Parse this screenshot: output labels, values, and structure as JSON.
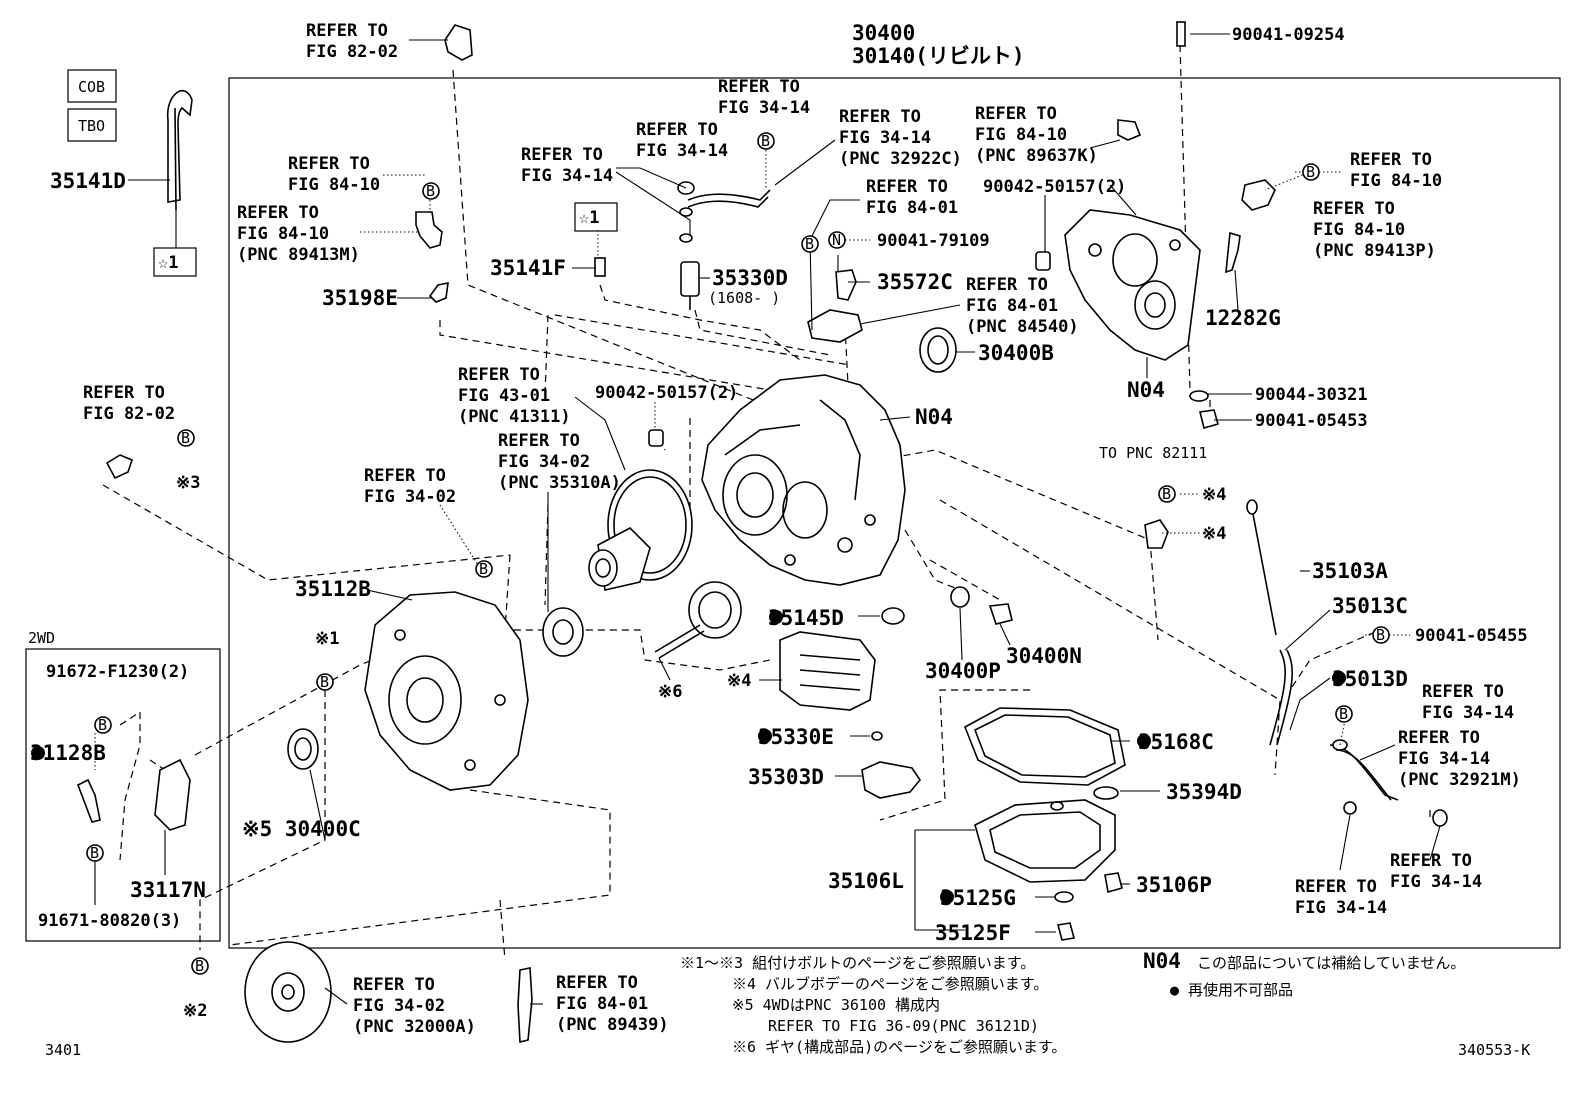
{
  "labels": {
    "refer_82_02_top": [
      "REFER TO",
      "FIG 82-02"
    ],
    "top_assy_1": "30400",
    "top_assy_2": "30140(リビルト)",
    "bolt_09254": "90041-09254",
    "cob": "COB",
    "tbo": "TBO",
    "hose": "35141D",
    "star1_box": "☆1",
    "refer_34_14_a": [
      "REFER TO",
      "FIG 34-14"
    ],
    "refer_34_14_b": [
      "REFER TO",
      "FIG 34-14"
    ],
    "refer_34_14_c": [
      "REFER TO",
      "FIG 34-14"
    ],
    "refer_34_14_pnc32922c": [
      "REFER TO",
      "FIG 34-14",
      "(PNC 32922C)"
    ],
    "refer_84_10_pnc89637k": [
      "REFER TO",
      "FIG 84-10",
      "(PNC 89637K)"
    ],
    "refer_84_10_a": [
      "REFER TO",
      "FIG 84-10"
    ],
    "refer_84_10_pnc89413m": [
      "REFER TO",
      "FIG 84-10",
      "(PNC 89413M)"
    ],
    "refer_84_10_right": [
      "REFER TO",
      "FIG 84-10"
    ],
    "refer_84_10_pnc89413p": [
      "REFER TO",
      "FIG 84-10",
      "(PNC 89413P)"
    ],
    "refer_84_01": [
      "REFER TO",
      "FIG 84-01"
    ],
    "refer_84_01_pnc84540": [
      "REFER TO",
      "FIG 84-01",
      "(PNC 84540)"
    ],
    "p_50157_a": "90042-50157(2)",
    "p_79109": "90041-79109",
    "p_35141f": "35141F",
    "star1_box2": "☆1",
    "p_35330d": "35330D",
    "p_35330d_note": "(1608-    )",
    "p_35572c": "35572C",
    "p_35198e": "35198E",
    "p_30400b": "30400B",
    "p_12282g": "12282G",
    "n04_a": "N04",
    "n04_b": "N04",
    "p_30321": "90044-30321",
    "p_05453": "90041-05453",
    "to_pnc82111": "TO PNC 82111",
    "ref4_a": "※4",
    "ref4_b": "※4",
    "refer_82_02_left": [
      "REFER TO",
      "FIG 82-02"
    ],
    "ref3": "※3",
    "refer_43_01": [
      "REFER TO",
      "FIG 43-01",
      "(PNC 41311)"
    ],
    "p_50157_b": "90042-50157(2)",
    "refer_34_02_pnc35310a": [
      "REFER TO",
      "FIG 34-02",
      "(PNC 35310A)"
    ],
    "refer_34_02": [
      "REFER TO",
      "FIG 34-02"
    ],
    "p_35112b": "35112B",
    "p_35103a": "35103A",
    "p_35013c": "35013C",
    "p_05455": "90041-05455",
    "p_35013d": "35013D",
    "refer_34_14_d": [
      "REFER TO",
      "FIG 34-14"
    ],
    "refer_34_14_pnc32921m": [
      "REFER TO",
      "FIG 34-14",
      "(PNC 32921M)"
    ],
    "p_35145d": "35145D",
    "ref4_c": "※4",
    "ref6": "※6",
    "p_30400p": "30400P",
    "p_30400n": "30400N",
    "p_35330e": "35330E",
    "p_35303d": "35303D",
    "p_35168c": "35168C",
    "p_35394d": "35394D",
    "p_35106l": "35106L",
    "p_35125g": "35125G",
    "p_35106p": "35106P",
    "p_35125f": "35125F",
    "refer_34_14_e": [
      "REFER TO",
      "FIG 34-14"
    ],
    "refer_34_14_f": [
      "REFER TO",
      "FIG 34-14"
    ],
    "ref1": "※1",
    "ref5_30400c": "※5 30400C",
    "twowd": "2WD",
    "p_f1230": "91672-F1230(2)",
    "p_31128b": "31128B",
    "p_33117n": "33117N",
    "p_80820": "91671-80820(3)",
    "ref2": "※2",
    "refer_34_02_pnc32000a": [
      "REFER TO",
      "FIG 34-02",
      "(PNC 32000A)"
    ],
    "refer_84_01_pnc89439": [
      "REFER TO",
      "FIG 84-01",
      "(PNC 89439)"
    ],
    "fig_no": "3401",
    "drawing_no": "340553-K",
    "circle_b": "B",
    "circle_n": "N"
  },
  "notes": {
    "n1": "※1～※3  組付けボルトのページをご参照願います。",
    "n2": "※4  バルブボデーのページをご参照願います。",
    "n3": "※5  4WDはPNC 36100 構成内",
    "n4": "REFER TO FIG 36-09(PNC 36121D)",
    "n5": "※6  ギヤ(構成部品)のページをご参照願います。",
    "n6_code": "N04",
    "n6_text": "この部品については補給していません。",
    "n7": "●  再使用不可部品"
  }
}
